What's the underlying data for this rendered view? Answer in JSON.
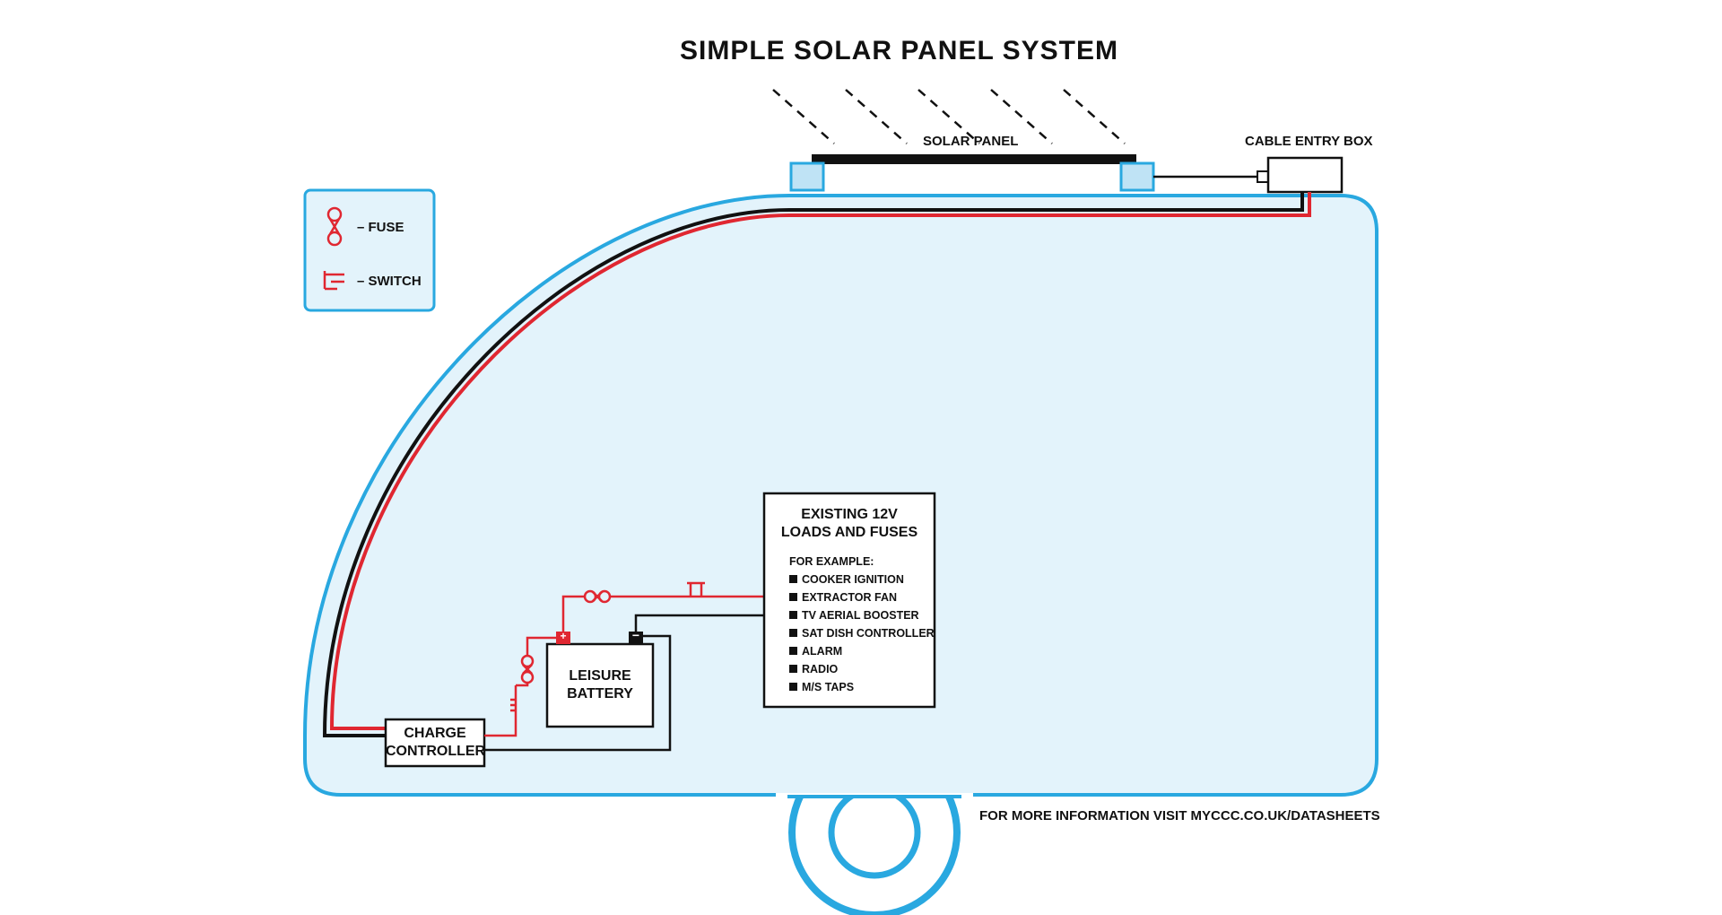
{
  "title": "SIMPLE SOLAR PANEL SYSTEM",
  "labels": {
    "solar_panel": "SOLAR PANEL",
    "cable_entry_box": "CABLE ENTRY BOX",
    "leisure_battery_line1": "LEISURE",
    "leisure_battery_line2": "BATTERY",
    "charge_controller_line1": "CHARGE",
    "charge_controller_line2": "CONTROLLER",
    "loads_title_line1": "EXISTING 12V",
    "loads_title_line2": "LOADS AND FUSES",
    "loads_intro": "FOR EXAMPLE:",
    "battery_plus": "+",
    "battery_minus": "−"
  },
  "loads": [
    "COOKER IGNITION",
    "EXTRACTOR FAN",
    "TV AERIAL BOOSTER",
    "SAT DISH CONTROLLER",
    "ALARM",
    "RADIO",
    "M/S TAPS"
  ],
  "legend": {
    "fuse": "– FUSE",
    "switch": "– SWITCH"
  },
  "footer": "FOR MORE INFORMATION VISIT MYCCC.CO.UK/DATASHEETS",
  "colors": {
    "body_fill": "#e3f3fb",
    "body_stroke": "#29a8e0",
    "wire_positive": "#e02731",
    "wire_negative": "#111111"
  }
}
